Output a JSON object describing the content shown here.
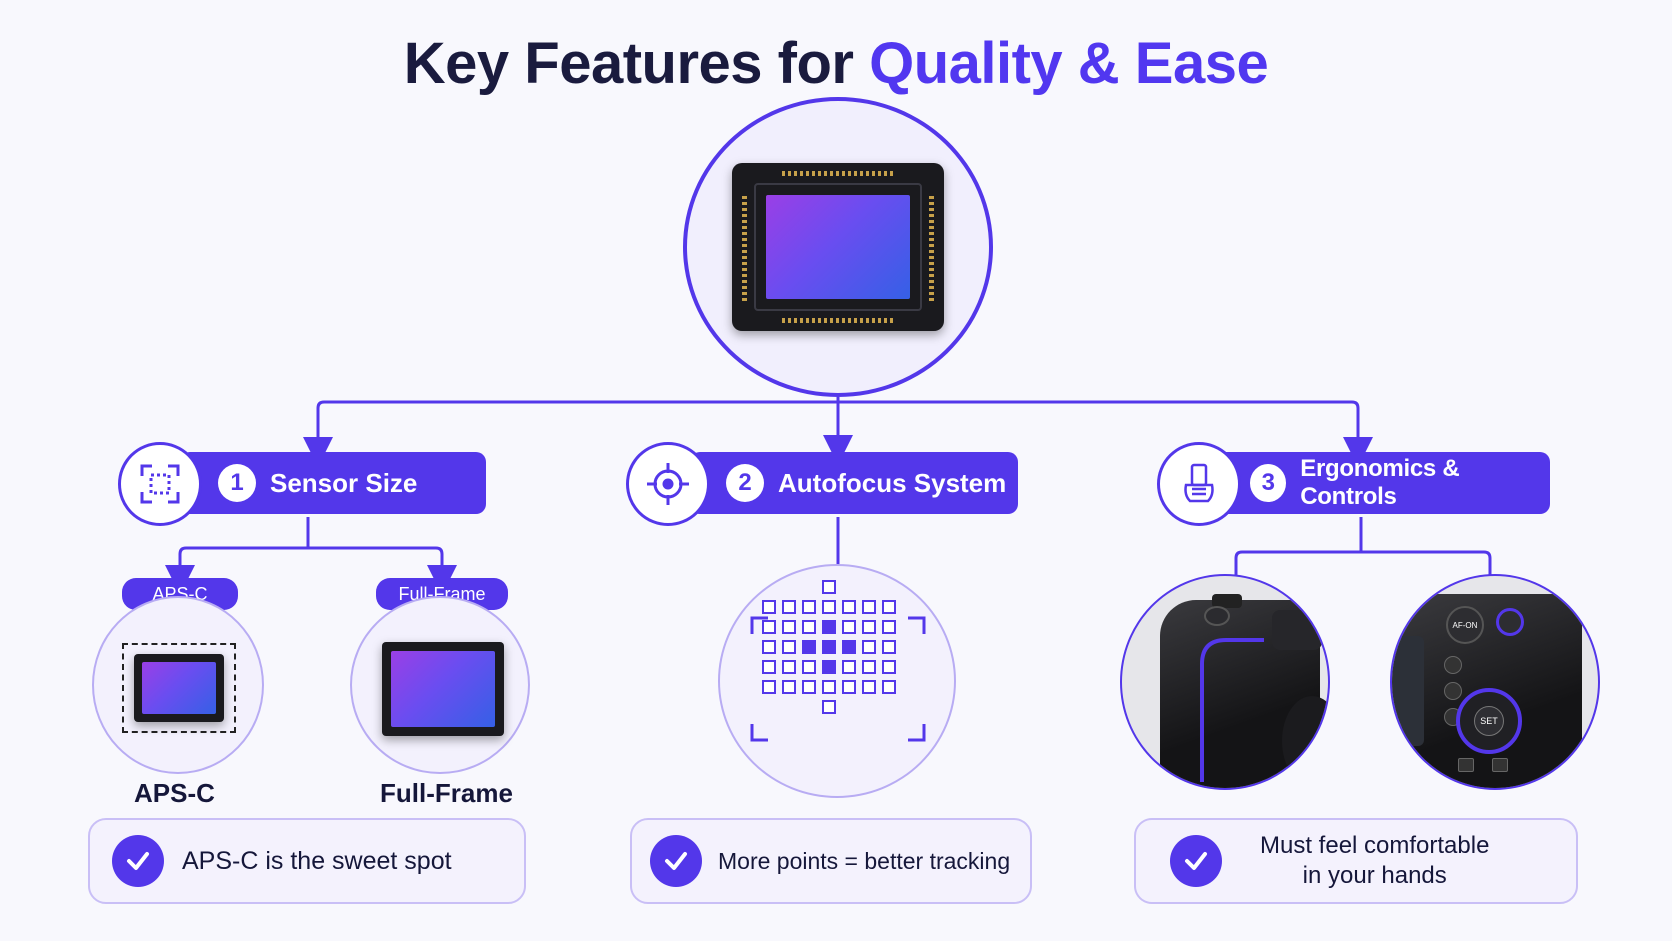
{
  "title": {
    "part1": "Key Features for ",
    "highlight": "Quality & Ease"
  },
  "colors": {
    "accent": "#5337ea",
    "dark": "#15173a",
    "light": "#f1effd"
  },
  "hero": {
    "icon": "image-sensor-icon"
  },
  "features": [
    {
      "number": "1",
      "label": "Sensor Size",
      "icon": "frame-corners-icon"
    },
    {
      "number": "2",
      "label": "Autofocus System",
      "icon": "crosshair-icon"
    },
    {
      "number": "3",
      "label": "Ergonomics & Controls",
      "icon": "hand-grip-icon"
    }
  ],
  "sensor_size": {
    "tag_apsc": "APS-C",
    "tag_ff": "Full-Frame",
    "caption_apsc": "APS-C",
    "caption_ff": "Full-Frame"
  },
  "notes": [
    {
      "line1": "APS-C is the sweet spot",
      "line2": ""
    },
    {
      "line1": "More points = better tracking",
      "line2": ""
    },
    {
      "line1": "Must feel comfortable",
      "line2": "in your hands"
    }
  ],
  "camera": {
    "btn_afon": "AF-ON",
    "btn_set": "SET"
  }
}
